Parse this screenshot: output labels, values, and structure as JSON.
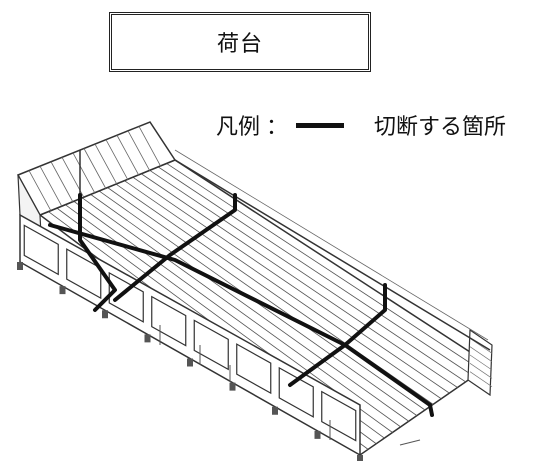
{
  "title": "荷台",
  "legend": {
    "label": "凡例",
    "colon": "：",
    "description": "切断する箇所"
  },
  "figure": {
    "subject": "truck-cargo-bed",
    "cut_line_color": "#111111",
    "line_color": "#333333"
  }
}
